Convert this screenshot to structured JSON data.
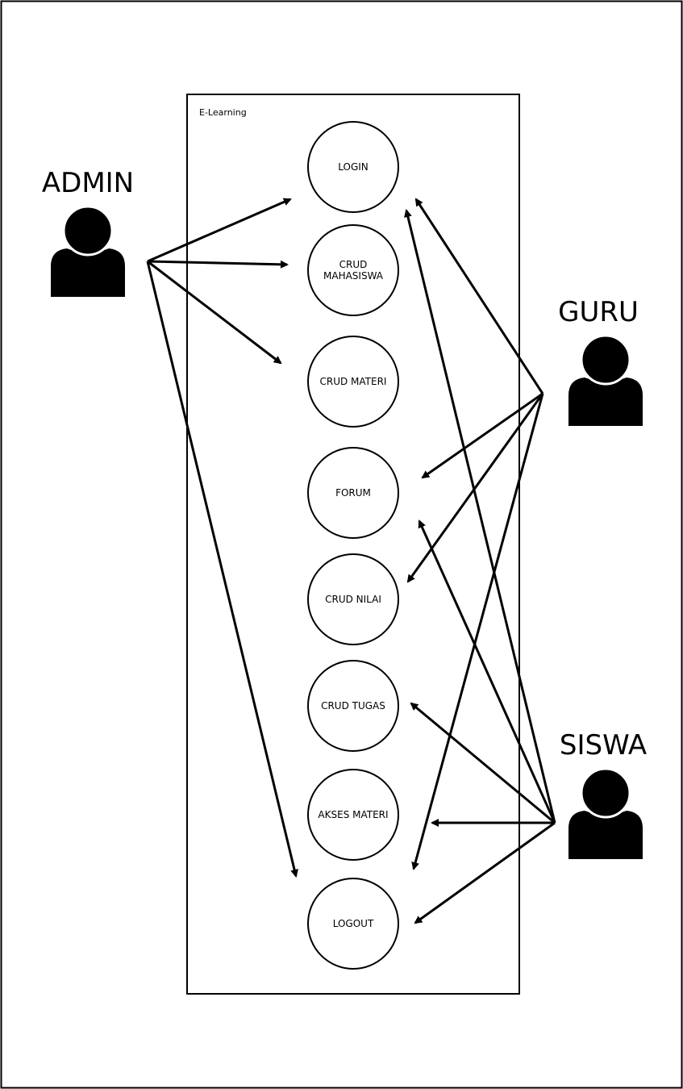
{
  "system_boundary": {
    "label": "E-Learning"
  },
  "actors": [
    {
      "id": "admin",
      "label": "ADMIN",
      "icon": "user-icon"
    },
    {
      "id": "guru",
      "label": "GURU",
      "icon": "user-icon"
    },
    {
      "id": "siswa",
      "label": "SISWA",
      "icon": "user-icon"
    }
  ],
  "use_cases": [
    {
      "id": "login",
      "lines": [
        "LOGIN"
      ]
    },
    {
      "id": "crud-mahasiswa",
      "lines": [
        "CRUD",
        "MAHASISWA"
      ]
    },
    {
      "id": "crud-materi",
      "lines": [
        "CRUD MATERI"
      ]
    },
    {
      "id": "forum",
      "lines": [
        "FORUM"
      ]
    },
    {
      "id": "crud-nilai",
      "lines": [
        "CRUD NILAI"
      ]
    },
    {
      "id": "crud-tugas",
      "lines": [
        "CRUD TUGAS"
      ]
    },
    {
      "id": "akses-materi",
      "lines": [
        "AKSES MATERI"
      ]
    },
    {
      "id": "logout",
      "lines": [
        "LOGOUT"
      ]
    }
  ],
  "associations": [
    {
      "from": "admin",
      "to": "login"
    },
    {
      "from": "admin",
      "to": "crud-mahasiswa"
    },
    {
      "from": "admin",
      "to": "crud-materi"
    },
    {
      "from": "admin",
      "to": "logout"
    },
    {
      "from": "guru",
      "to": "login"
    },
    {
      "from": "guru",
      "to": "forum"
    },
    {
      "from": "guru",
      "to": "crud-nilai"
    },
    {
      "from": "guru",
      "to": "logout"
    },
    {
      "from": "siswa",
      "to": "login"
    },
    {
      "from": "siswa",
      "to": "forum"
    },
    {
      "from": "siswa",
      "to": "crud-tugas"
    },
    {
      "from": "siswa",
      "to": "akses-materi"
    },
    {
      "from": "siswa",
      "to": "logout"
    }
  ]
}
